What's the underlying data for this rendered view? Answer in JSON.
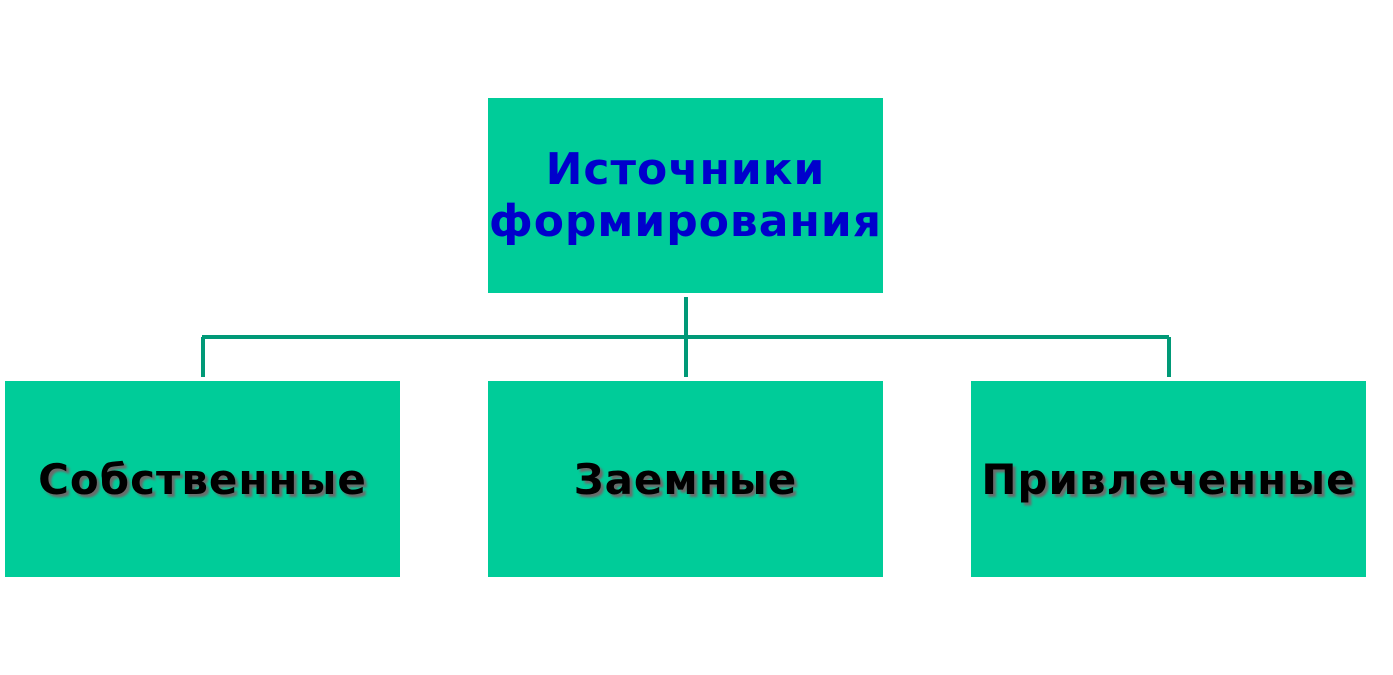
{
  "root": {
    "label": "Источники\nформирования",
    "color": "#0000cc"
  },
  "children": [
    {
      "label": "Собственные"
    },
    {
      "label": "Заемные"
    },
    {
      "label": "Привлеченные"
    }
  ],
  "colors": {
    "box_fill": "#00cc99",
    "connector": "#009977",
    "child_text": "#000000"
  }
}
